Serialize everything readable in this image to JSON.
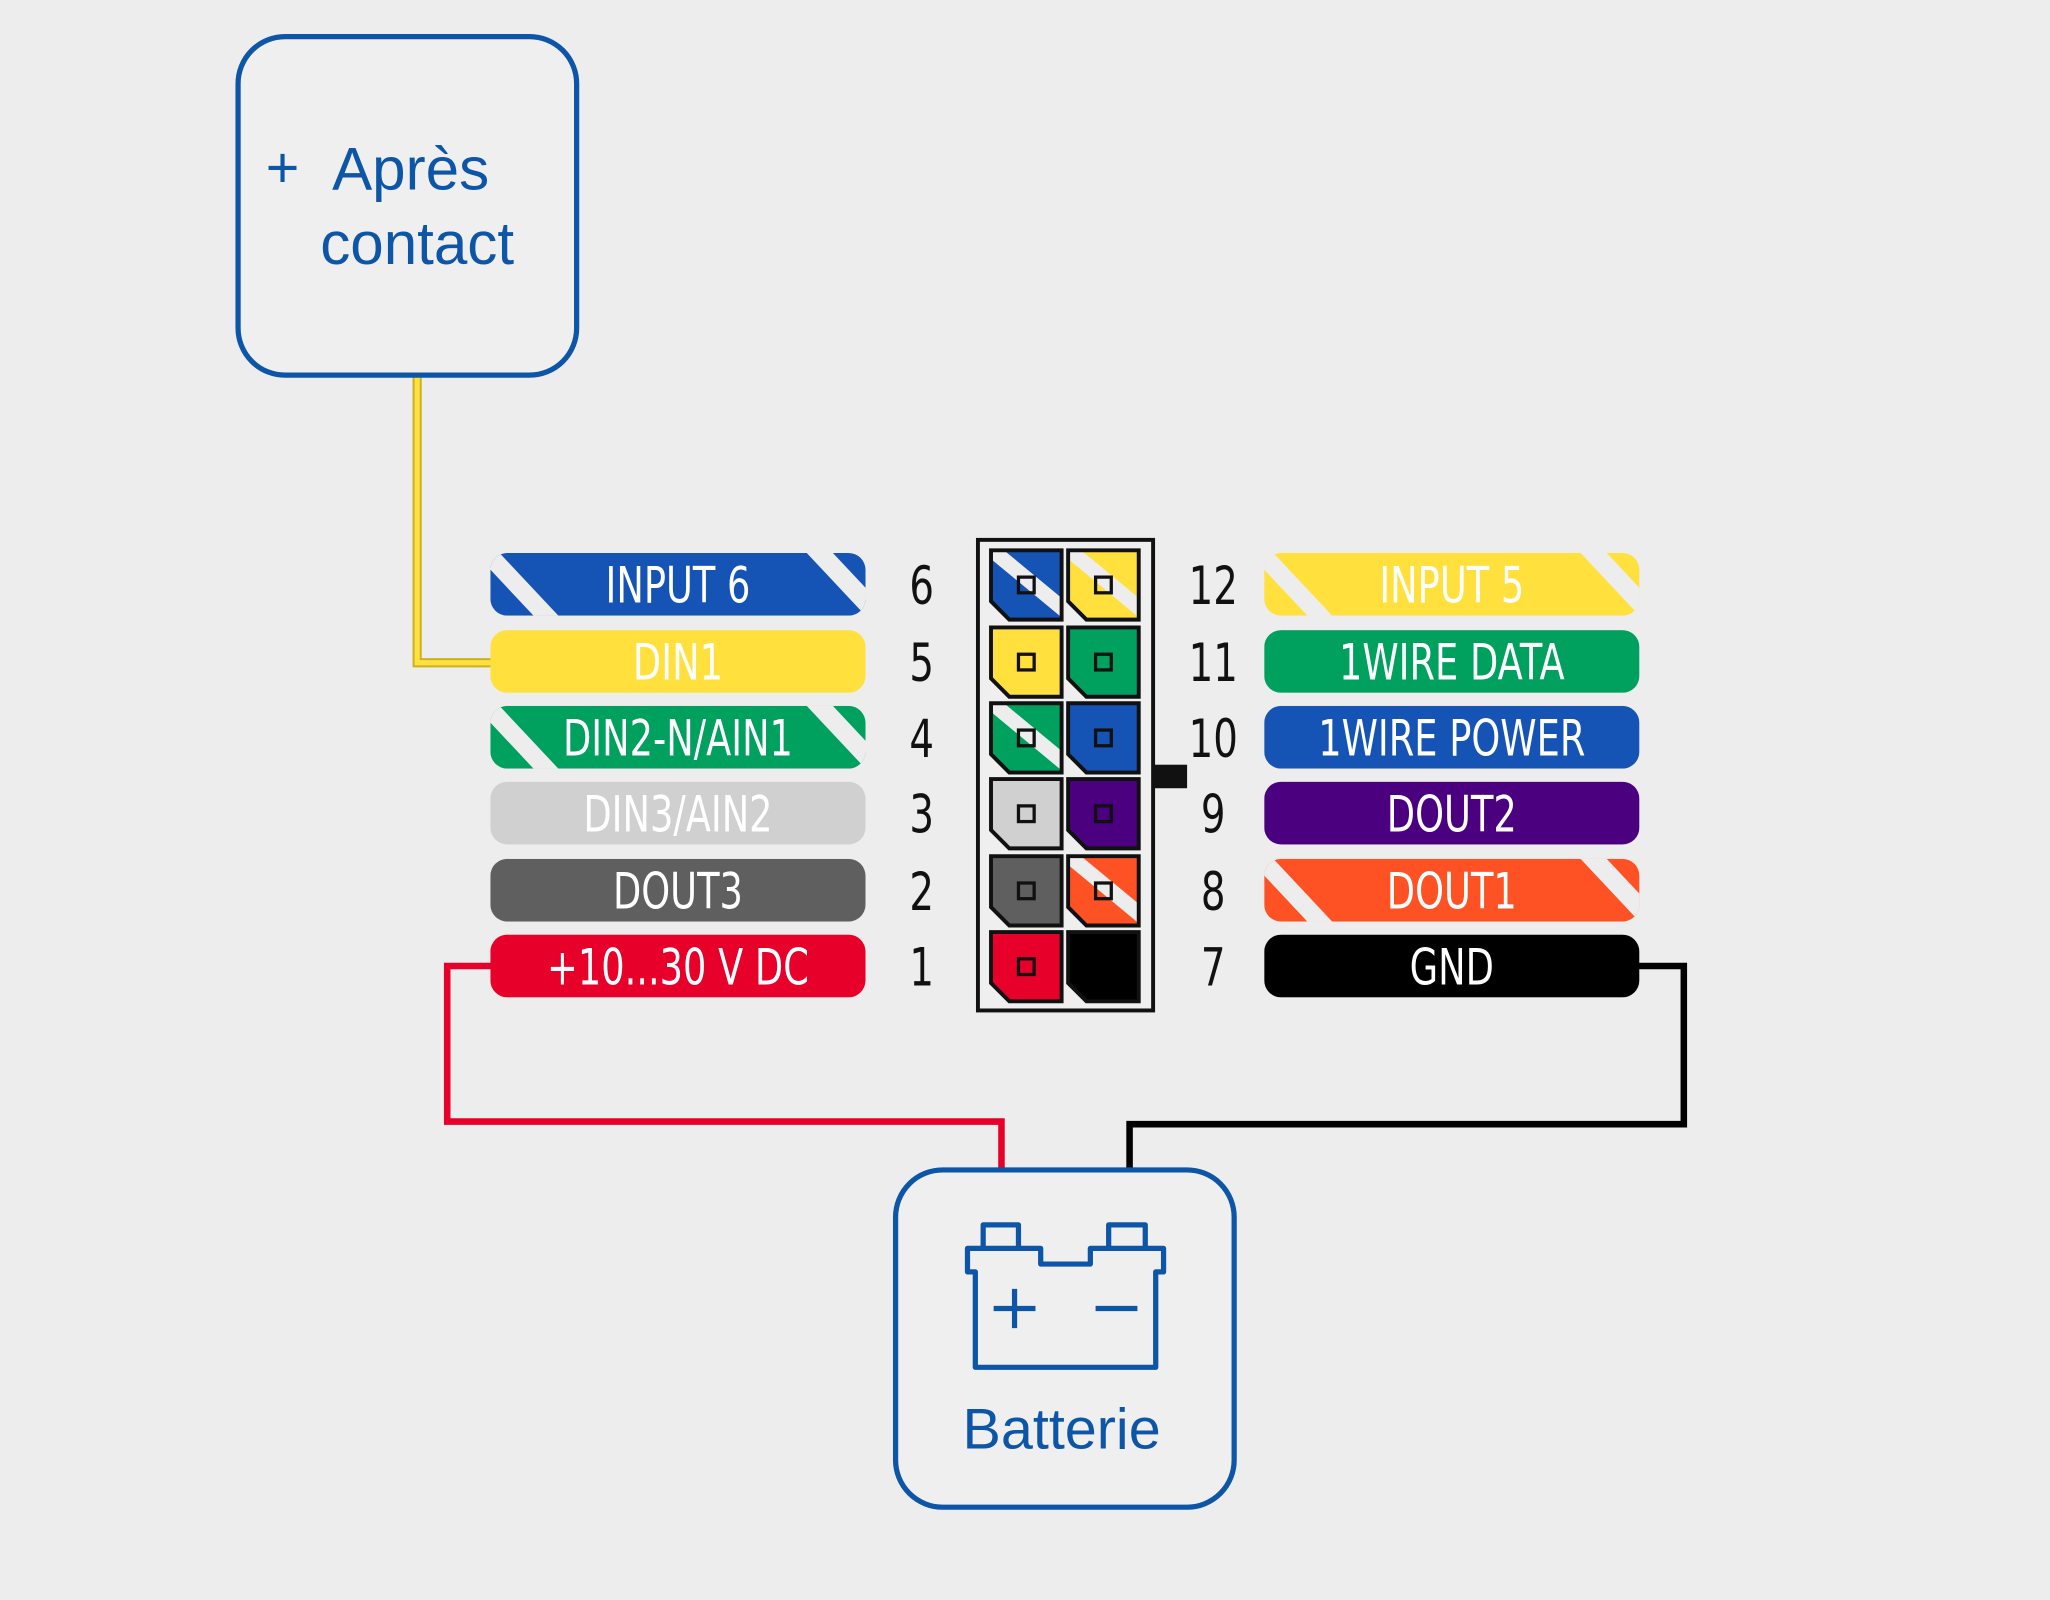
{
  "colors": {
    "box_border": "#0d55a6",
    "background": "#ededed",
    "stripe": "#ededed"
  },
  "ignition_box": {
    "plus": "+",
    "line1": "Après",
    "line2": "contact"
  },
  "battery_box": {
    "label": "Batterie",
    "icon": "battery-icon"
  },
  "left_pins": [
    {
      "pin": "6",
      "label": "INPUT 6",
      "color": "#1553b5",
      "striped": true
    },
    {
      "pin": "5",
      "label": "DIN1",
      "color": "#ffe03c",
      "striped": false
    },
    {
      "pin": "4",
      "label": "DIN2-N/AIN1",
      "color": "#00a05e",
      "striped": true
    },
    {
      "pin": "3",
      "label": "DIN3/AIN2",
      "color": "#d0d0d0",
      "striped": false
    },
    {
      "pin": "2",
      "label": "DOUT3",
      "color": "#5f5f5f",
      "striped": false
    },
    {
      "pin": "1",
      "label": "+10...30 V DC",
      "color": "#e6002a",
      "striped": false
    }
  ],
  "right_pins": [
    {
      "pin": "12",
      "label": "INPUT 5",
      "color": "#ffe03c",
      "striped": true
    },
    {
      "pin": "11",
      "label": "1WIRE DATA",
      "color": "#00a05e",
      "striped": false
    },
    {
      "pin": "10",
      "label": "1WIRE POWER",
      "color": "#1553b5",
      "striped": false
    },
    {
      "pin": "9",
      "label": "DOUT2",
      "color": "#4a007f",
      "striped": false
    },
    {
      "pin": "8",
      "label": "DOUT1",
      "color": "#ff5224",
      "striped": true
    },
    {
      "pin": "7",
      "label": "GND",
      "color": "#000000",
      "striped": false
    }
  ],
  "wires": [
    {
      "from": "Après contact",
      "to": "DIN1",
      "color": "#ffe03c"
    },
    {
      "from": "+10...30 V DC",
      "to": "Batterie +",
      "color": "#e6002a"
    },
    {
      "from": "GND",
      "to": "Batterie -",
      "color": "#000000"
    }
  ]
}
